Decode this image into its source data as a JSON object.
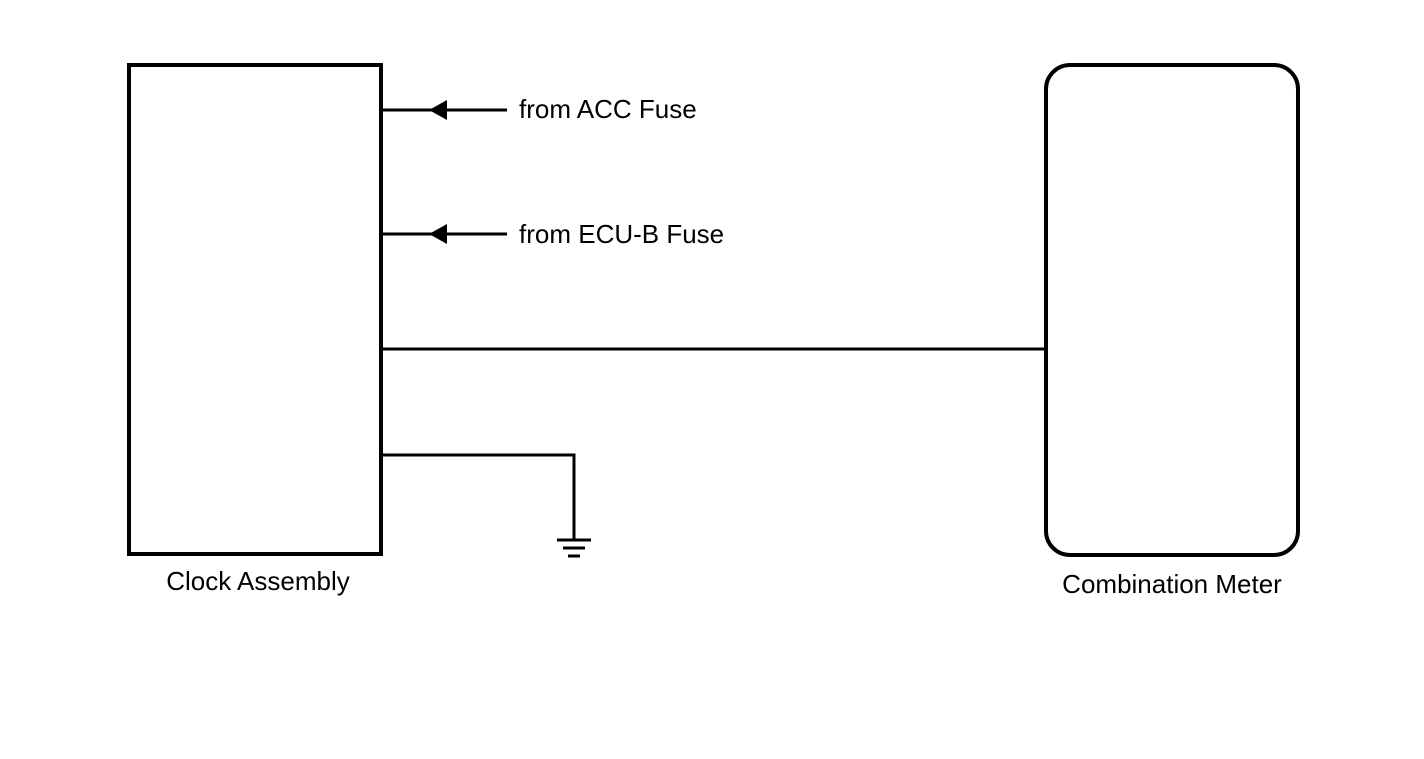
{
  "components": {
    "clock_assembly": {
      "label": "Clock Assembly"
    },
    "combination_meter": {
      "label": "Combination Meter"
    }
  },
  "connections": {
    "acc_fuse": {
      "label": "from ACC Fuse"
    },
    "ecu_b_fuse": {
      "label": "from ECU-B Fuse"
    }
  }
}
